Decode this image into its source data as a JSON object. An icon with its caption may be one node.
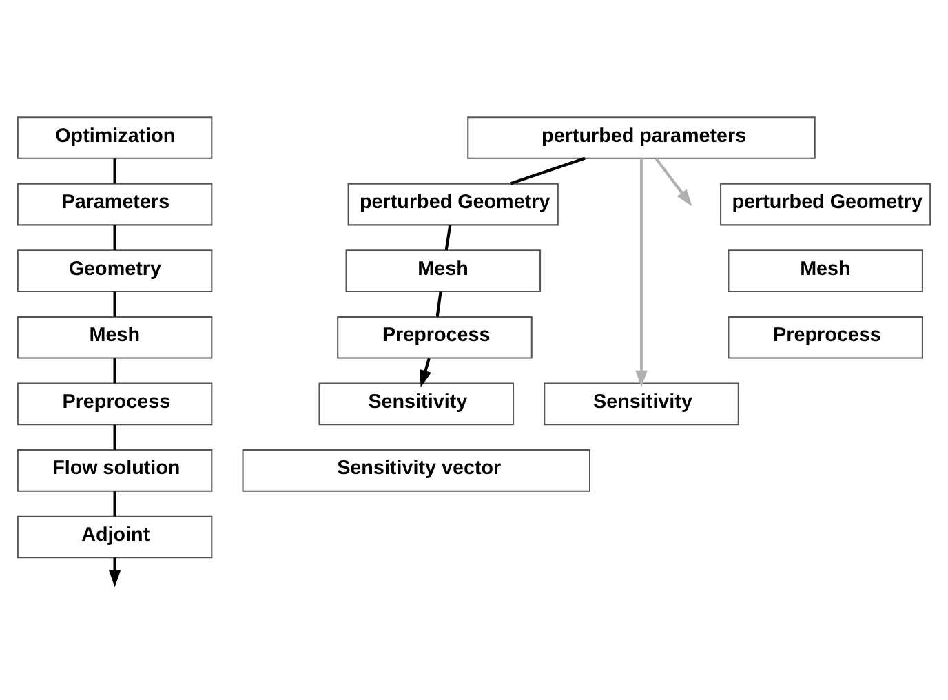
{
  "diagram": {
    "nodes": [
      {
        "text": [
          "Optimization"
        ]
      },
      {
        "text": [
          "Parameters"
        ]
      },
      {
        "text": [
          "Geometry"
        ]
      },
      {
        "text": [
          "Mesh"
        ]
      },
      {
        "text": [
          "Preprocess"
        ]
      },
      {
        "text": [
          "Flow solution"
        ]
      },
      {
        "text": [
          "Adjoint"
        ]
      },
      {
        "text": [
          "perturbed parameters"
        ]
      },
      {
        "text": [
          "perturbed Geometry"
        ]
      },
      {
        "text": [
          "perturbed Geometry"
        ]
      },
      {
        "text": [
          "Mesh"
        ]
      },
      {
        "text": [
          "Mesh"
        ]
      },
      {
        "text": [
          "Preprocess"
        ]
      },
      {
        "text": [
          "Preprocess"
        ]
      },
      {
        "text": [
          "Sensitivity"
        ]
      },
      {
        "text": [
          "Sensitivity"
        ]
      },
      {
        "text": [
          "Sensitivity vector"
        ]
      }
    ],
    "edges": [
      {
        "from": 0,
        "to": 1,
        "arrow": "none"
      },
      {
        "from": 1,
        "to": 2,
        "arrow": "none"
      },
      {
        "from": 2,
        "to": 3,
        "arrow": "none"
      },
      {
        "from": 3,
        "to": 4,
        "arrow": "none"
      },
      {
        "from": 4,
        "to": 5,
        "arrow": "none"
      },
      {
        "from": 5,
        "to": 6,
        "arrow": "none"
      },
      {
        "from": 6,
        "to": null,
        "arrow": "to"
      },
      {
        "from": 7,
        "to": 8,
        "arrow": "none"
      },
      {
        "from": 8,
        "to": 10,
        "arrow": "none"
      },
      {
        "from": 10,
        "to": 12,
        "arrow": "none"
      },
      {
        "from": 12,
        "to": 14,
        "arrow": "to"
      },
      {
        "from": 7,
        "to": 15,
        "arrow": "to",
        "color": "#b0b0b0"
      },
      {
        "from": 7,
        "to": null,
        "arrow": "to",
        "color": "#b0b0b0"
      }
    ]
  }
}
